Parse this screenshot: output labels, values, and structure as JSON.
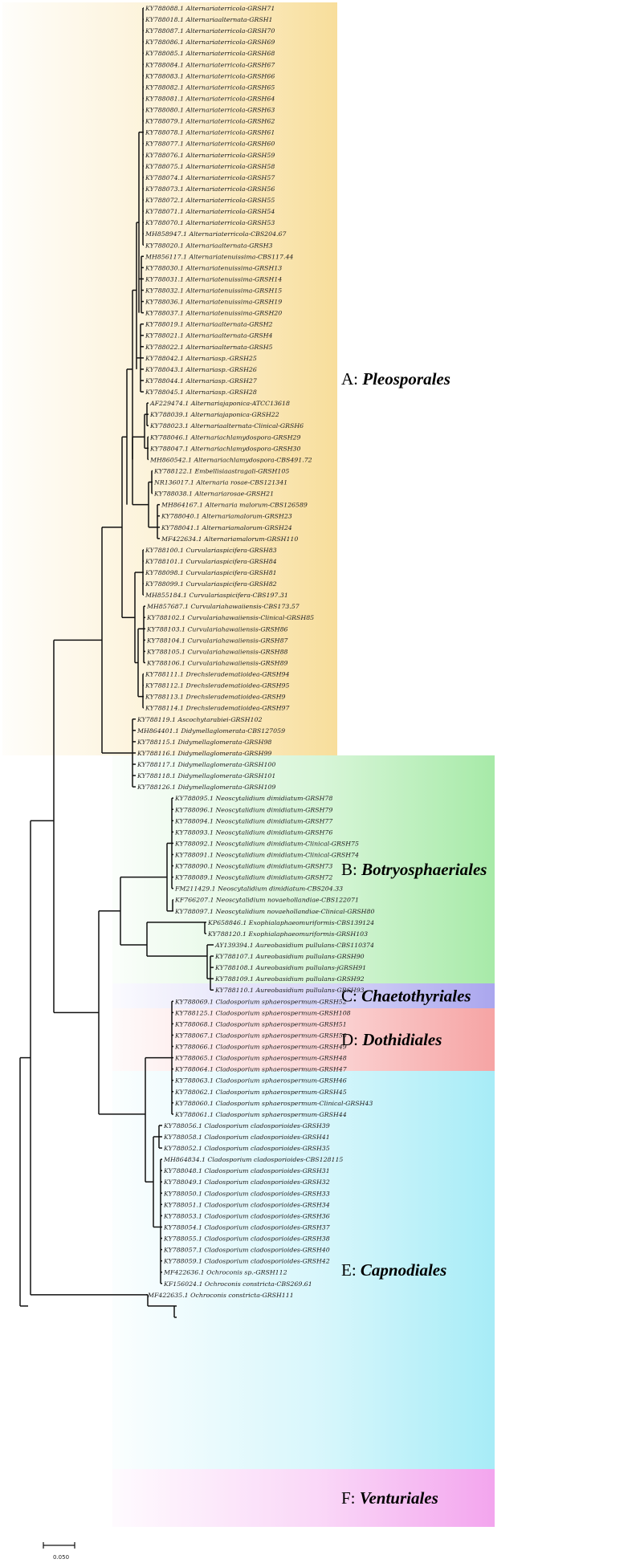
{
  "clades": [
    {
      "letter": "A:",
      "order": "Pleosporales",
      "color": "#f8de9b",
      "first": 0,
      "last": 84
    },
    {
      "letter": "B:",
      "order": "Botryosphaeriales",
      "color": "#a7eaa8",
      "first": 85,
      "last": 95
    },
    {
      "letter": "C:",
      "order": "Chaetothyriales",
      "color": "#aaa6ee",
      "first": 96,
      "last": 97
    },
    {
      "letter": "D:",
      "order": "Dothidiales",
      "color": "#f6a4a4",
      "first": 98,
      "last": 102
    },
    {
      "letter": "E:",
      "order": "Capnodiales",
      "color": "#a7ecf7",
      "first": 103,
      "last": 129
    },
    {
      "letter": "F:",
      "order": "Venturiales",
      "color": "#f3a5ee",
      "first": 130,
      "last": 132
    }
  ],
  "leaves": [
    "KY788088.1 Alternariaterricola-GRSH71",
    "KY788018.1 Alternariaalternata-GRSH1",
    "KY788087.1 Alternariaterricola-GRSH70",
    "KY788086.1 Alternariaterricola-GRSH69",
    "KY788085.1 Alternariaterricola-GRSH68",
    "KY788084.1 Alternariaterricola-GRSH67",
    "KY788083.1 Alternariaterricola-GRSH66",
    "KY788082.1 Alternariaterricola-GRSH65",
    "KY788081.1 Alternariaterricola-GRSH64",
    "KY788080.1 Alternariaterricola-GRSH63",
    "KY788079.1 Alternariaterricola-GRSH62",
    "KY788078.1 Alternariaterricola-GRSH61",
    "KY788077.1 Alternariaterricola-GRSH60",
    "KY788076.1 Alternariaterricola-GRSH59",
    "KY788075.1 Alternariaterricola-GRSH58",
    "KY788074.1 Alternariaterricola-GRSH57",
    "KY788073.1 Alternariaterricola-GRSH56",
    "KY788072.1 Alternariaterricola-GRSH55",
    "KY788071.1 Alternariaterricola-GRSH54",
    "KY788070.1 Alternariaterricola-GRSH53",
    "MH858947.1 Alternariaterricola-CBS204.67",
    "KY788020.1 Alternariaalternata-GRSH3",
    "MH856117.1 Alternariatenuissima-CBS117.44",
    "KY788030.1 Alternariatenuissima-GRSH13",
    "KY788031.1 Alternariatenuissima-GRSH14",
    "KY788032.1 Alternariatenuissima-GRSH15",
    "KY788036.1 Alternariatenuissima-GRSH19",
    "KY788037.1 Alternariatenuissima-GRSH20",
    "KY788019.1 Alternariaalternata-GRSH2",
    "KY788021.1 Alternariaalternata-GRSH4",
    "KY788022.1 Alternariaalternata-GRSH5",
    "KY788042.1 Alternariasp.-GRSH25",
    "KY788043.1 Alternariasp.-GRSH26",
    "KY788044.1 Alternariasp.-GRSH27",
    "KY788045.1 Alternariasp.-GRSH28",
    "AF229474.1 Alternariajaponica-ATCC13618",
    "KY788039.1 Alternariajaponica-GRSH22",
    "KY788023.1 Alternariaalternata-Clinical-GRSH6",
    "KY788046.1 Alternariachlamydospora-GRSH29",
    "KY788047.1 Alternariachlamydospora-GRSH30",
    "MH860542.1 Alternariachlamydospora-CBS491.72",
    "KY788122.1 Embellisiaastragali-GRSH105",
    "NR136017.1 Alternaria rosae-CBS121341",
    "KY788038.1 Alternariarosae-GRSH21",
    "MH864167.1 Alternaria malorum-CBS126589",
    "KY788040.1 Alternariamalorum-GRSH23",
    "KY788041.1 Alternariamalorum-GRSH24",
    "MF422634.1 Alternariamalorum-GRSH110",
    "KY788100.1 Curvulariaspicifera-GRSH83",
    "KY788101.1 Curvulariaspicifera-GRSH84",
    "KY788098.1 Curvulariaspicifera-GRSH81",
    "KY788099.1 Curvulariaspicifera-GRSH82",
    "MH855184.1 Curvulariaspicifera-CBS197.31",
    "MH857687.1 Curvulariahawaiiensis-CBS173.57",
    "KY788102.1 Curvulariahawaiiensis-Clinical-GRSH85",
    "KY788103.1 Curvulariahawaiiensis-GRSH86",
    "KY788104.1 Curvulariahawaiiensis-GRSH87",
    "KY788105.1 Curvulariahawaiiensis-GRSH88",
    "KY788106.1 Curvulariahawaiiensis-GRSH89",
    "KY788111.1 Drechsleradematioidea-GRSH94",
    "KY788112.1 Drechsleradematioidea-GRSH95",
    "KY788113.1 Drechsleradematioidea-GRSH9",
    "KY788114.1 Drechsleradematioidea-GRSH97",
    "KY788119.1 Ascochytarabiei-GRSH102",
    "MH864401.1 Didymellaglomerata-CBS127059",
    "KY788115.1 Didymellaglomerata-GRSH98",
    "KY788116.1 Didymellaglomerata-GRSH99",
    "KY788117.1 Didymellaglomerata-GRSH100",
    "KY788118.1 Didymellaglomerata-GRSH101",
    "KY788126.1 Didymellaglomerata-GRSH109",
    "KY788095.1 Neoscytalidium dimidiatum-GRSH78",
    "KY788096.1 Neoscytalidium dimidiatum-GRSH79",
    "KY788094.1 Neoscytalidium dimidiatum-GRSH77",
    "KY788093.1 Neoscytalidium dimidiatum-GRSH76",
    "KY788092.1 Neoscytalidium dimidiatum-Clinical-GRSH75",
    "KY788091.1 Neoscytalidium dimidiatum-Clinical-GRSH74",
    "KY788090.1 Neoscytalidium dimidiatum-GRSH73",
    "KY788089.1 Neoscytalidium dimidiatum-GRSH72",
    "FM211429.1 Neoscytalidium dimidiatum-CBS204.33",
    "KF766207.1 Neoscytalidium novaehollandiae-CBS122071",
    "KY788097.1 Neoscytalidium novaehollandiae-Clinical-GRSH80",
    "KP658846.1 Exophialaphaeomuriformis-CBS139124",
    "KY788120.1 Exophialaphaeomuriformis-GRSH103",
    "AY139394.1 Aureobasidium pullulans-CBS110374",
    "KY788107.1 Aureobasidium pullulans-GRSH90",
    "KY788108.1 Aureobasidium pullulans-jGRSH91",
    "KY788109.1 Aureobasidium pullulans-GRSH92",
    "KY788110.1 Aureobasidium pullulans-GRSH93",
    "KY788069.1 Cladosporium sphaerospermum-GRSH52",
    "KY788125.1 Cladosporium sphaerospermum-GRSH108",
    "KY788068.1 Cladosporium sphaerospermum-GRSH51",
    "KY788067.1 Cladosporium sphaerospermum-GRSH50",
    "KY788066.1 Cladosporium sphaerospermum-GRSH49",
    "KY788065.1 Cladosporium sphaerospermum-GRSH48",
    "KY788064.1 Cladosporium sphaerospermum-GRSH47",
    "KY788063.1 Cladosporium sphaerospermum-GRSH46",
    "KY788062.1 Cladosporium sphaerospermum-GRSH45",
    "KY788060.1 Cladosporium sphaerospermum-Clinical-GRSH43",
    "KY788061.1 Cladosporium sphaerospermum-GRSH44",
    "KY788056.1 Cladosporium cladosporioides-GRSH39",
    "KY788058.1 Cladosporium cladosporioides-GRSH41",
    "KY788052.1 Cladosporium cladosporioides-GRSH35",
    "MH864834.1 Cladosporium cladosporioides-CBS128115",
    "KY788048.1 Cladosporium cladosporioides-GRSH31",
    "KY788049.1 Cladosporium cladosporioides-GRSH32",
    "KY788050.1 Cladosporium cladosporioides-GRSH33",
    "KY788051.1 Cladosporium cladosporioides-GRSH34",
    "KY788053.1 Cladosporium cladosporioides-GRSH36",
    "KY788054.1 Cladosporium cladosporioides-GRSH37",
    "KY788055.1 Cladosporium cladosporioides-GRSH38",
    "KY788057.1 Cladosporium cladosporioides-GRSH40",
    "KY788059.1 Cladosporium cladosporioides-GRSH42",
    "MF422636.1 Ochroconis sp.-GRSH112",
    "KF156024.1 Ochroconis constricta-CBS269.61",
    "MF422635.1 Ochroconis constricta-GRSH111"
  ],
  "scale_bar_label": "0.050",
  "branch_color": "#111111"
}
